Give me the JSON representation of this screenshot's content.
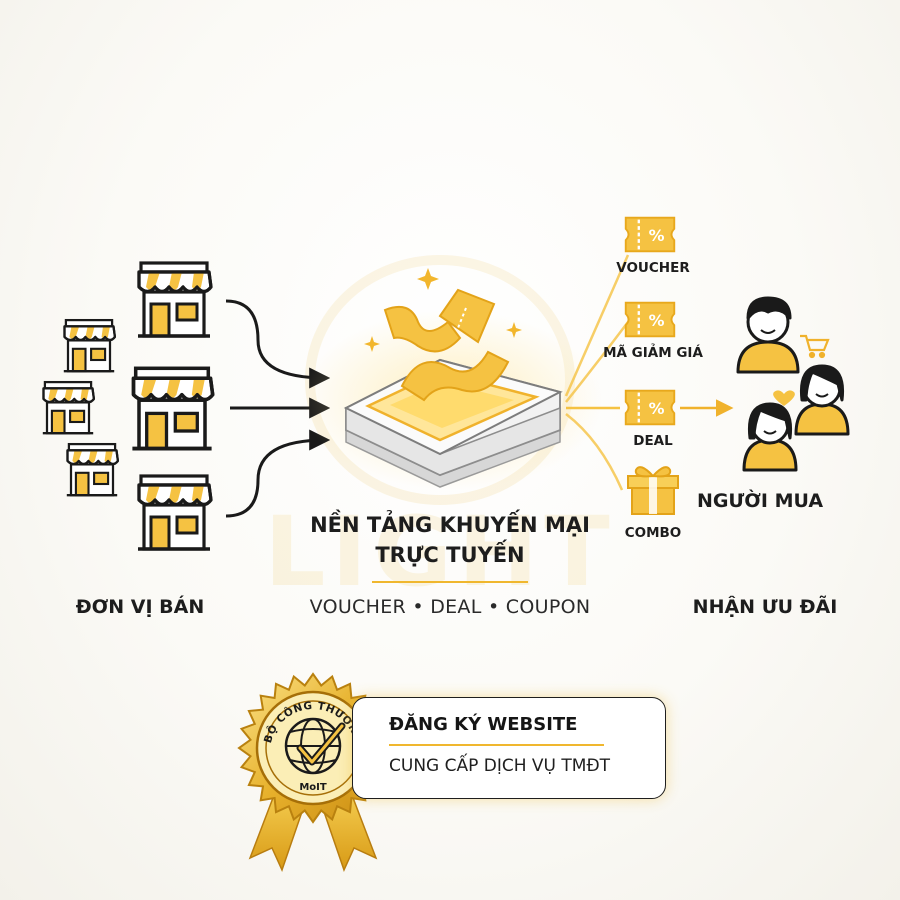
{
  "platform": {
    "title_line1": "NỀN TẢNG KHUYẾN MẠI",
    "title_line2": "TRỰC TUYẾN",
    "subtitle": "VOUCHER • DEAL • COUPON"
  },
  "sellers": {
    "label": "ĐƠN VỊ BÁN",
    "icon": "store-icon"
  },
  "offers": [
    {
      "label": "VOUCHER",
      "icon": "percent-ticket-icon"
    },
    {
      "label": "MÃ GIẢM GIÁ",
      "icon": "percent-ticket-icon"
    },
    {
      "label": "DEAL",
      "icon": "percent-ticket-icon"
    },
    {
      "label": "COMBO",
      "icon": "gift-icon"
    }
  ],
  "buyers": {
    "label": "NGƯỜI MUA",
    "caption": "NHẬN ƯU ĐÃI",
    "icon": "people-icon"
  },
  "registration": {
    "badge_top": "BỘ CÔNG THƯƠNG",
    "badge_bottom": "MoIT",
    "title": "ĐĂNG KÝ WEBSITE",
    "subtitle": "CUNG CẤP DỊCH VỤ TMĐT"
  },
  "watermark": "LIGHT",
  "colors": {
    "accent": "#f5c242",
    "accent_dark": "#e0a21a",
    "ink": "#1a1a1a"
  }
}
